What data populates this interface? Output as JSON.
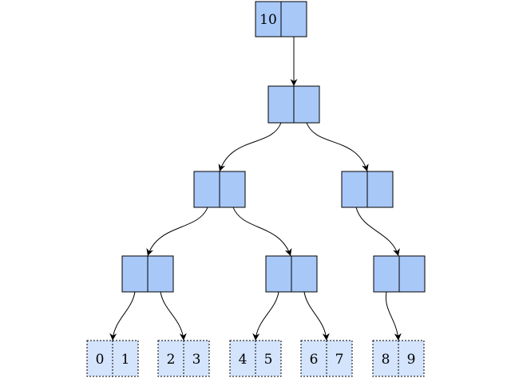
{
  "tree": {
    "root_value": "10",
    "leaf_pairs": [
      [
        "0",
        "1"
      ],
      [
        "2",
        "3"
      ],
      [
        "4",
        "5"
      ],
      [
        "6",
        "7"
      ],
      [
        "8",
        "9"
      ]
    ]
  },
  "colors": {
    "node_fill": "#a8c8f8",
    "leaf_fill": "#d4e4fc",
    "stroke": "#000000"
  }
}
